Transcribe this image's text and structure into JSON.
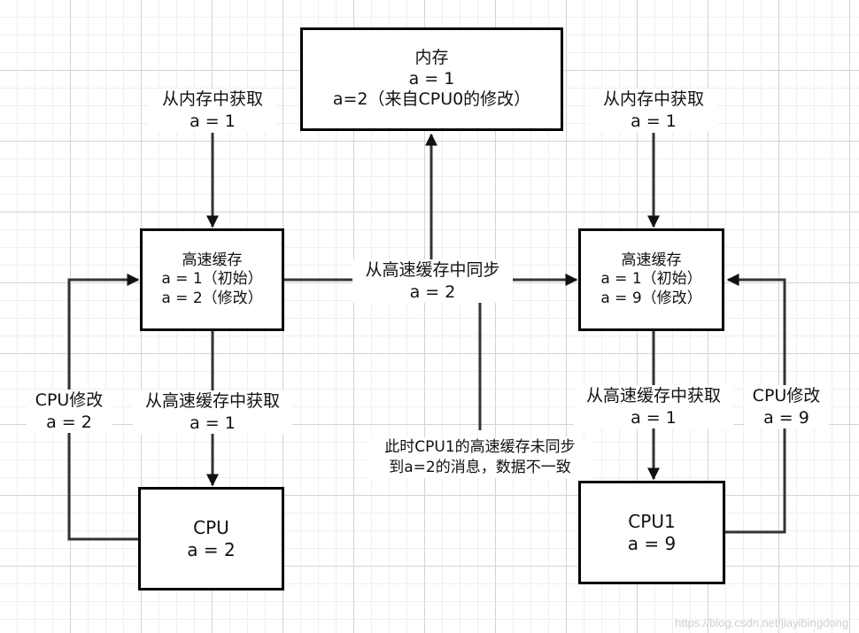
{
  "memory": {
    "title": "内存",
    "line1": "a = 1",
    "line2": "a=2（来自CPU0的修改）"
  },
  "cache_left": {
    "title": "高速缓存",
    "line1": "a = 1（初始）",
    "line2": "a = 2（修改）"
  },
  "cache_right": {
    "title": "高速缓存",
    "line1": "a = 1（初始）",
    "line2": "a = 9（修改）"
  },
  "cpu_left": {
    "title": "CPU",
    "value": "a = 2"
  },
  "cpu_right": {
    "title": "CPU1",
    "value": "a = 9"
  },
  "labels": {
    "fetch_mem_left": {
      "line1": "从内存中获取",
      "line2": "a = 1"
    },
    "fetch_mem_right": {
      "line1": "从内存中获取",
      "line2": "a = 1"
    },
    "sync_cache": {
      "line1": "从高速缓存中同步",
      "line2": "a = 2"
    },
    "fetch_cache_left": {
      "line1": "从高速缓存中获取",
      "line2": "a = 1"
    },
    "fetch_cache_right": {
      "line1": "从高速缓存中获取",
      "line2": "a = 1"
    },
    "cpu_modify_left": {
      "line1": "CPU修改",
      "line2": "a = 2"
    },
    "cpu_modify_right": {
      "line1": "CPU修改",
      "line2": "a = 9"
    },
    "note": {
      "line1": "此时CPU1的高速缓存未同步",
      "line2": "到a=2的消息，数据不一致"
    }
  },
  "watermark": "https://blog.csdn.net/jiayibingdong"
}
